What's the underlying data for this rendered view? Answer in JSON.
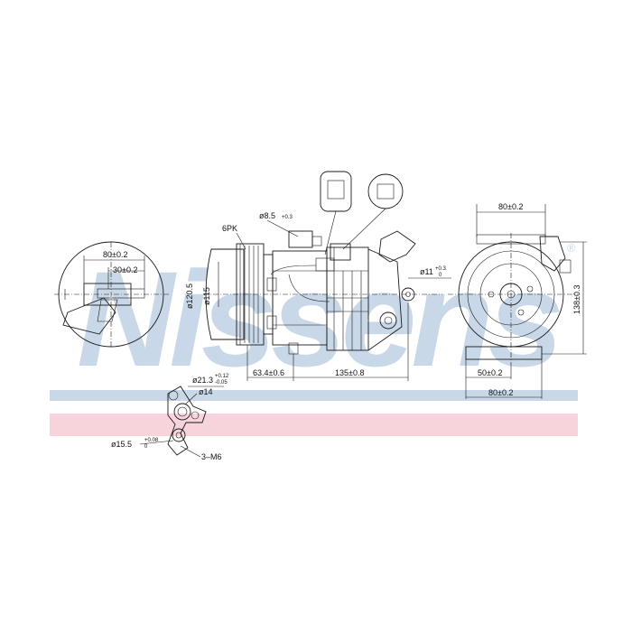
{
  "brand": {
    "watermark": "Nissens",
    "registered_mark": "®",
    "band_colors": {
      "blue": "#c8d8e8",
      "pink": "#f7d3dc"
    }
  },
  "dimensions": {
    "d80_side": "80±0.2",
    "d30": "30±0.2",
    "belt": "6PK",
    "d8_5": "ø8.5",
    "d8_5_tol": "+0.3",
    "d120_5": "ø120.5",
    "d115": "ø115",
    "d63_4": "63.4±0.6",
    "d135": "135±0.8",
    "d11": "ø11",
    "d11_tol_up": "+0.3",
    "d11_tol_dn": "0",
    "d80_top": "80±0.2",
    "d138": "138±0.3",
    "d50": "50±0.2",
    "d80_bottom": "80±0.2",
    "d21_3": "ø21.3",
    "d21_3_tol_up": "+0.12",
    "d21_3_tol_dn": "-0.05",
    "d14": "ø14",
    "d15_5": "ø15.5",
    "d15_5_tol_up": "+0.08",
    "d15_5_tol_dn": "0",
    "m6": "3–M6"
  }
}
